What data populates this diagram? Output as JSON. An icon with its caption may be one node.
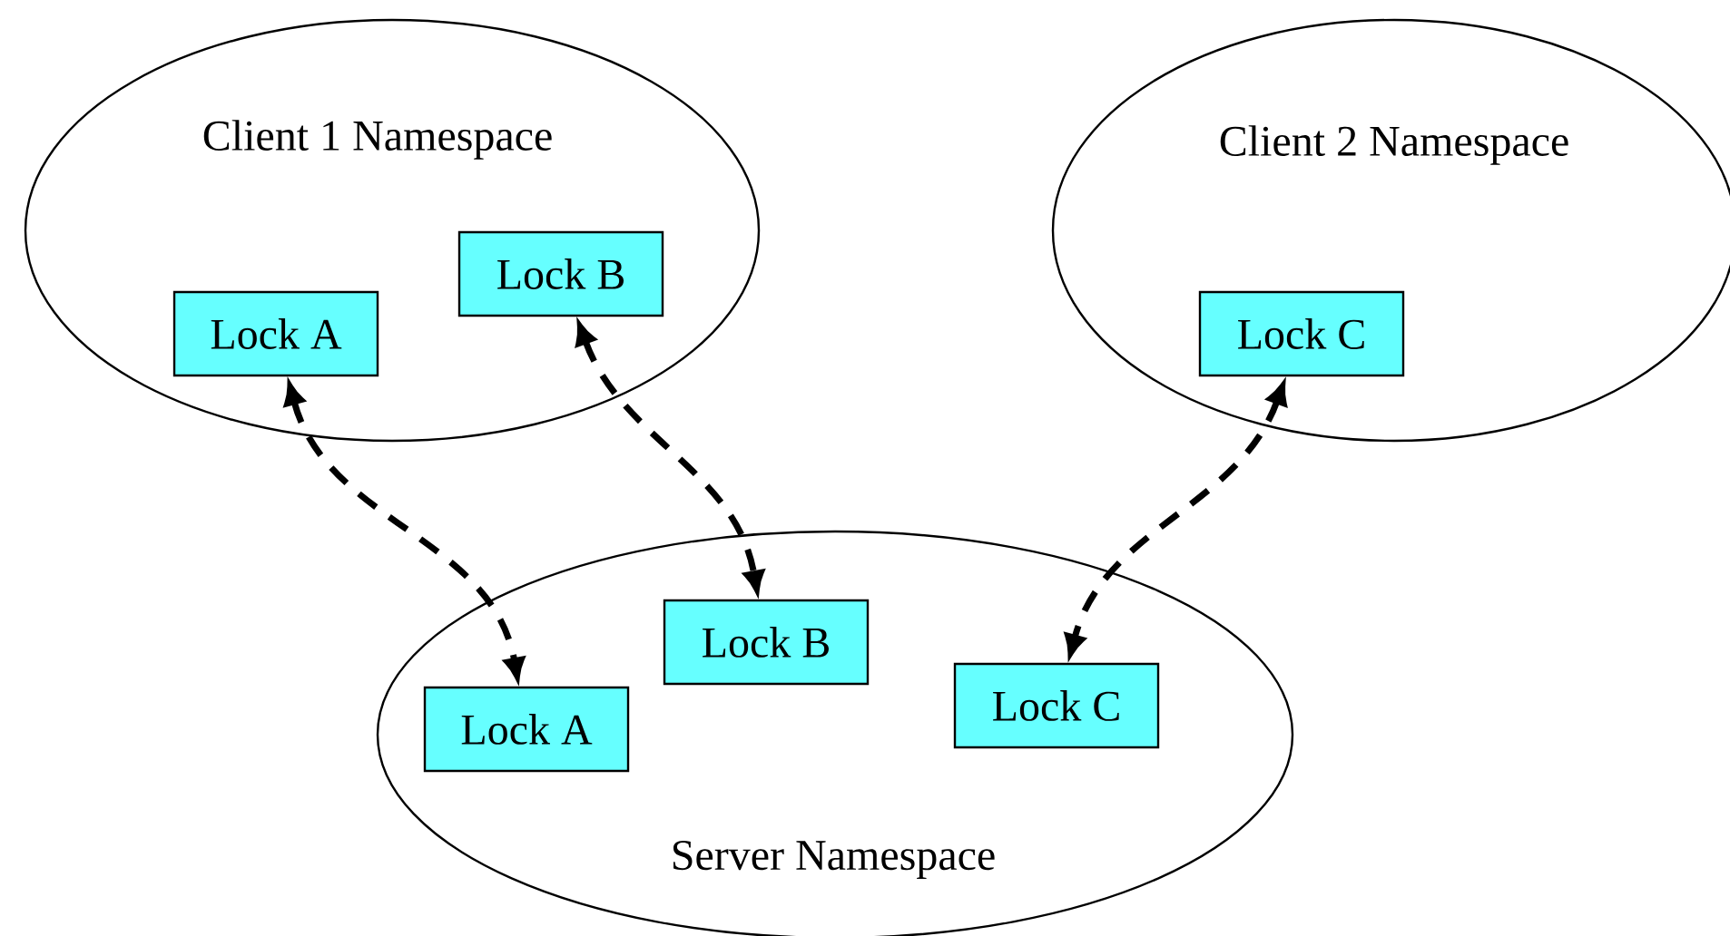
{
  "diagram": {
    "nodes": [
      {
        "text": [
          "Client 1 Namespace"
        ]
      },
      {
        "text": [
          "Lock A"
        ],
        "in": 0
      },
      {
        "text": [
          "Lock B"
        ],
        "in": 0
      },
      {
        "text": [
          "Client 2 Namespace"
        ]
      },
      {
        "text": [
          "Lock C"
        ],
        "in": 3
      },
      {
        "text": [
          "Server Namespace"
        ]
      },
      {
        "text": [
          "Lock A"
        ],
        "in": 5
      },
      {
        "text": [
          "Lock B"
        ],
        "in": 5
      },
      {
        "text": [
          "Lock C"
        ],
        "in": 5
      }
    ],
    "edges": [
      {
        "from": 1,
        "to": 6,
        "arrow": "both",
        "style": "dashed"
      },
      {
        "from": 2,
        "to": 7,
        "arrow": "both",
        "style": "dashed"
      },
      {
        "from": 4,
        "to": 8,
        "arrow": "both",
        "style": "dashed"
      }
    ]
  }
}
